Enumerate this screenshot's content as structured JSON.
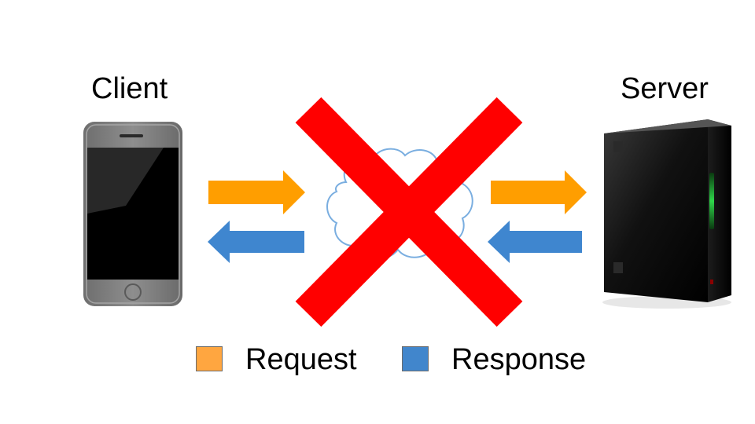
{
  "diagram": {
    "client_label": "Client",
    "server_label": "Server"
  },
  "legend": {
    "request": {
      "label": "Request",
      "color": "#ffa640"
    },
    "response": {
      "label": "Response",
      "color": "#4186cc"
    }
  },
  "colors": {
    "request_arrow": "#ff9e00",
    "response_arrow": "#3f86cf",
    "cross": "#ff0000",
    "cloud_outline": "#7aaee0",
    "server_led": "#2fd64a"
  },
  "icons": {
    "client": "smartphone-icon",
    "network": "cloud-icon",
    "server": "server-tower-icon",
    "blocked": "red-x-icon"
  }
}
